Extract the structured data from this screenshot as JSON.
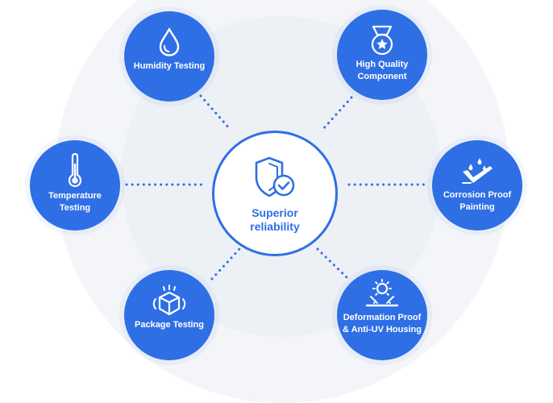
{
  "center": {
    "label": "Superior reliability"
  },
  "nodes": {
    "humidity": {
      "label": "Humidity Testing"
    },
    "quality": {
      "label": "High Quality Component"
    },
    "temperature": {
      "label": "Temperature Testing"
    },
    "corrosion": {
      "label": "Corrosion Proof Painting"
    },
    "package": {
      "label": "Package Testing"
    },
    "deformation": {
      "label": "Deformation Proof & Anti-UV Housing"
    }
  },
  "colors": {
    "primary": "#2f6fe5",
    "background_ring": "#f3f5f9",
    "background_inner": "#edf0f5",
    "node_text": "#ffffff"
  },
  "icons": {
    "center": "shield-check-icon",
    "humidity": "water-drop-icon",
    "quality": "medal-star-icon",
    "temperature": "thermometer-icon",
    "corrosion": "paint-check-icon",
    "package": "package-box-icon",
    "deformation": "sun-uv-icon"
  }
}
